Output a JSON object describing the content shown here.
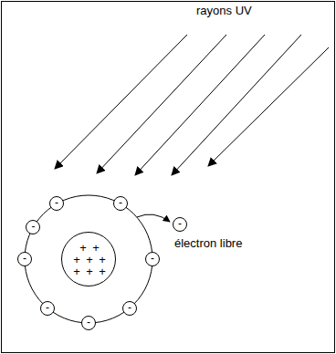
{
  "diagram": {
    "nodes": [
      {
        "text": [
          "-"
        ]
      },
      {
        "text": [
          "-"
        ]
      },
      {
        "text": [
          "-"
        ]
      },
      {
        "text": [
          "-"
        ]
      },
      {
        "text": [
          "-"
        ]
      },
      {
        "text": [
          "-"
        ]
      },
      {
        "text": [
          "-"
        ]
      },
      {
        "text": [
          "-"
        ]
      },
      {
        "text": [
          "+",
          "+",
          "+",
          "+",
          "+",
          "+",
          "+",
          "+"
        ]
      },
      {
        "text": [
          "-"
        ]
      }
    ],
    "labels": [
      "rayons UV",
      "électron libre"
    ]
  }
}
